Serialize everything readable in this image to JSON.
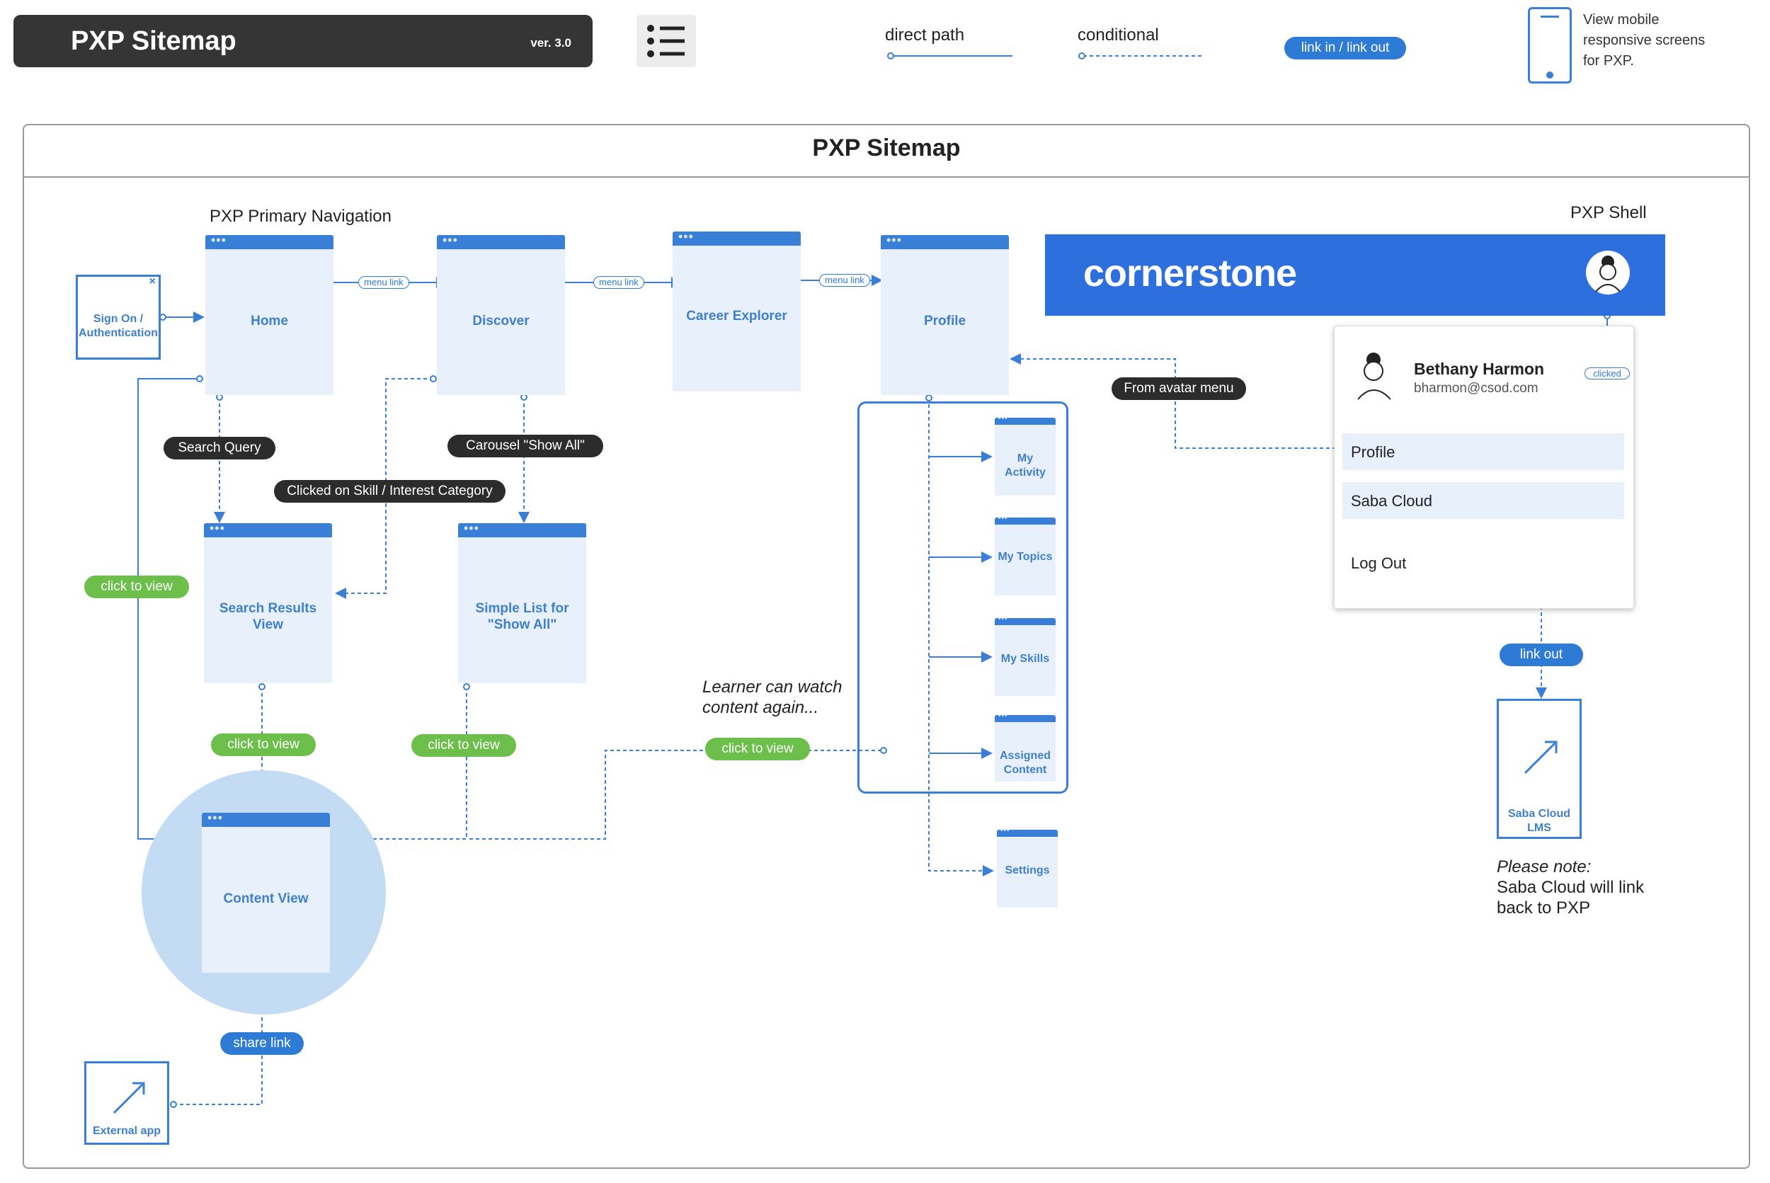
{
  "header": {
    "title": "PXP Sitemap",
    "version": "ver. 3.0"
  },
  "legend": {
    "direct_path": "direct path",
    "conditional": "conditional",
    "link_in_out": "link in / link out",
    "mobile_note": [
      "View mobile",
      "responsive  screens",
      "for PXP."
    ]
  },
  "frame_title": "PXP Sitemap",
  "nav_title": "PXP Primary Navigation",
  "shell_title": "PXP Shell",
  "pages": {
    "sign_on": [
      "Sign On /",
      "Authentication"
    ],
    "home": "Home",
    "discover": "Discover",
    "career_explorer": "Career Explorer",
    "profile": "Profile",
    "search_results": [
      "Search Results",
      "View"
    ],
    "simple_list": [
      "Simple List for",
      "\"Show All\""
    ],
    "content_view": "Content View",
    "my_activity": [
      "My",
      "Activity"
    ],
    "my_topics": "My Topics",
    "my_skills": "My Skills",
    "assigned_content": [
      "Assigned",
      "Content"
    ],
    "settings": "Settings",
    "external_app": "External app",
    "saba_lms": [
      "Saba Cloud",
      "LMS"
    ]
  },
  "labels": {
    "menu_link": "menu link",
    "search_query": "Search Query",
    "carousel_show_all": "Carousel \"Show All\"",
    "clicked_skill": "Clicked on Skill / Interest Category",
    "click_to_view": "click to view",
    "share_link": "share link",
    "from_avatar_menu": "From avatar menu",
    "clicked": "clicked",
    "link_out": "link out",
    "learner_note": [
      "Learner can watch",
      "content again..."
    ],
    "please_note": "Please note:",
    "saba_note": [
      "Saba Cloud will link",
      "back to PXP"
    ]
  },
  "shell": {
    "logo": "cornerstone",
    "user_name": "Bethany Harmon",
    "user_email": "bharmon@csod.com",
    "menu": [
      "Profile",
      "Saba Cloud",
      "Log Out"
    ]
  },
  "colors": {
    "accent": "#2e7bd6",
    "card": "#e8f0fb",
    "dark": "#2c2c2c",
    "green": "#6bbf4a",
    "shell": "#2d6fdc"
  }
}
